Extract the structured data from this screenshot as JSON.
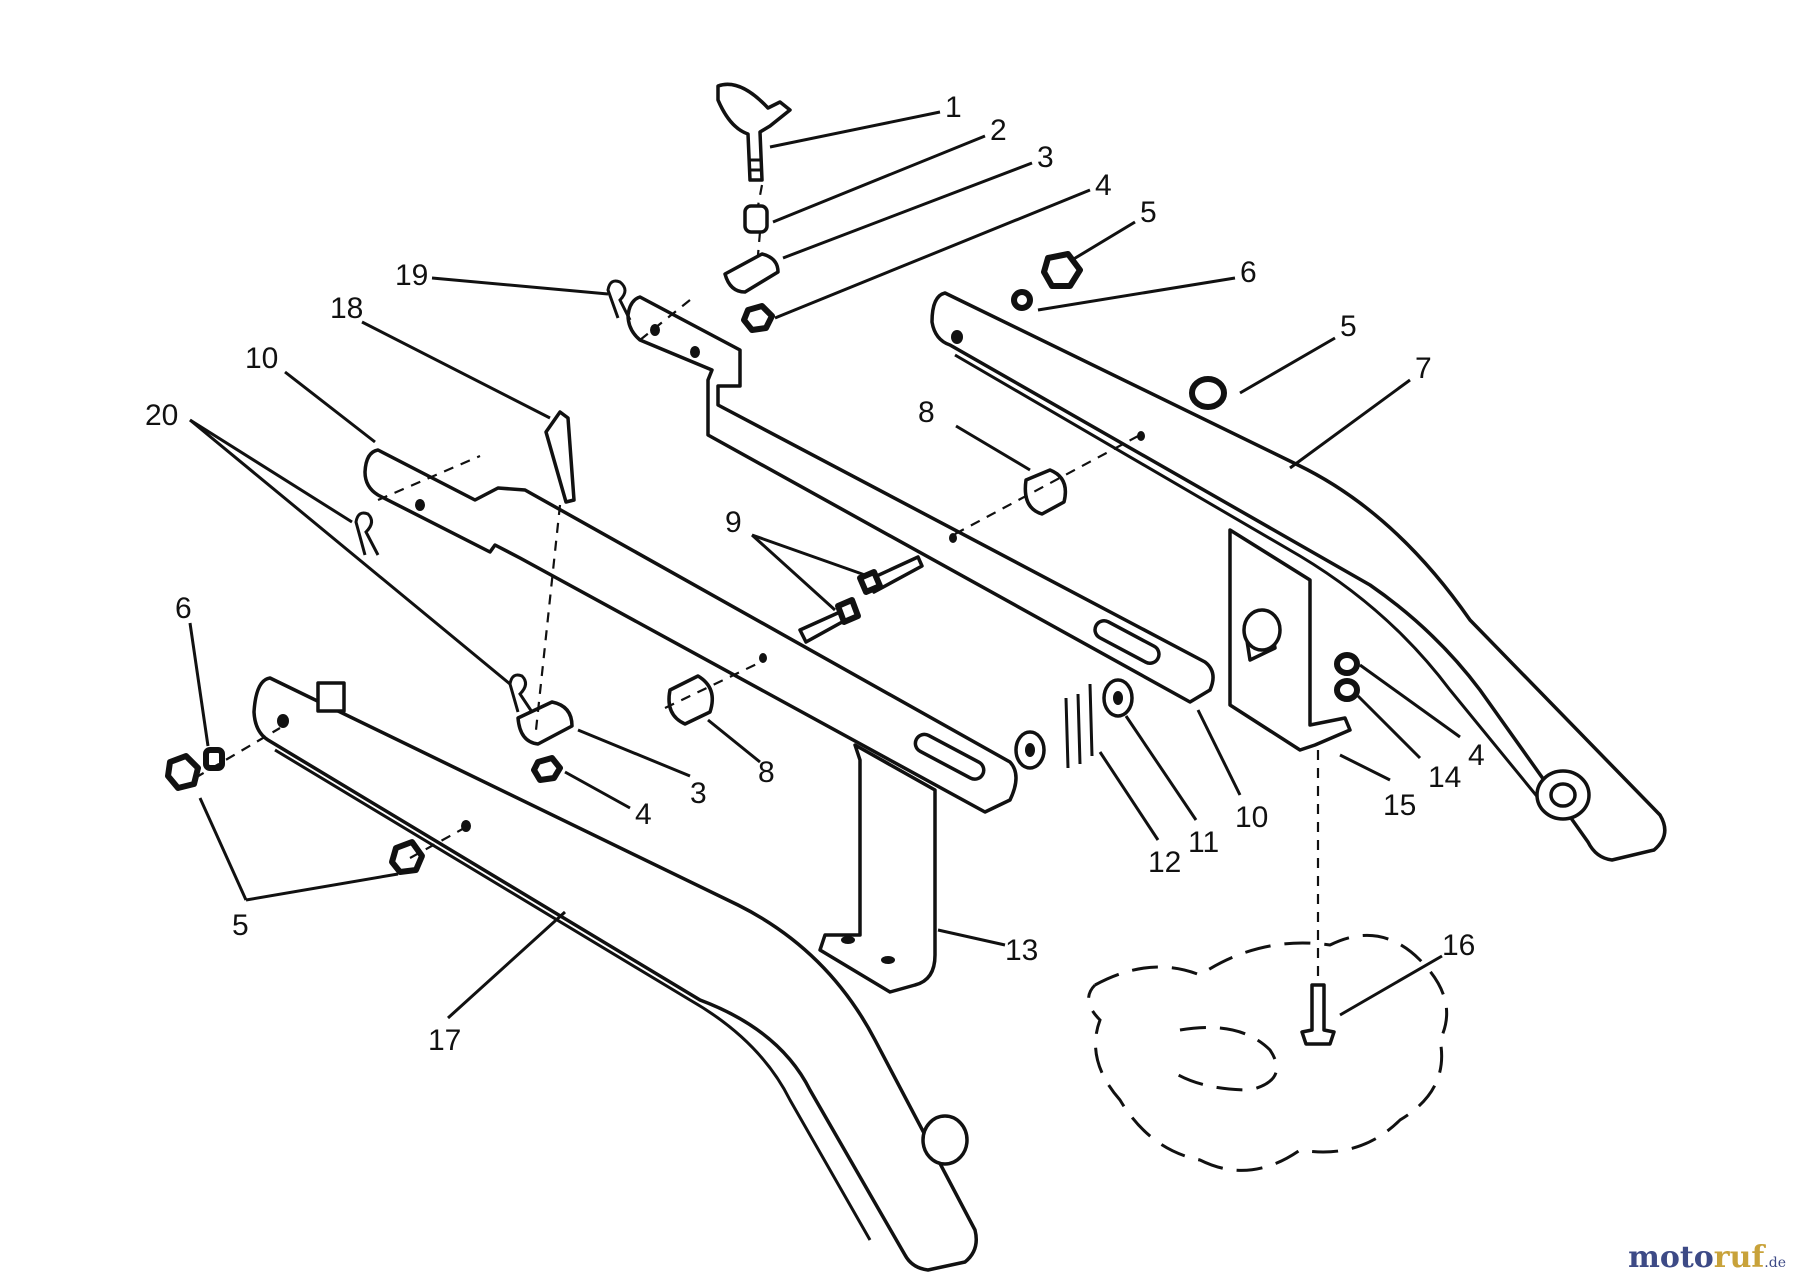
{
  "diagram": {
    "callouts": [
      {
        "id": "c1",
        "label": "1"
      },
      {
        "id": "c2",
        "label": "2"
      },
      {
        "id": "c3a",
        "label": "3"
      },
      {
        "id": "c4a",
        "label": "4"
      },
      {
        "id": "c5a",
        "label": "5"
      },
      {
        "id": "c6a",
        "label": "6"
      },
      {
        "id": "c5b",
        "label": "5"
      },
      {
        "id": "c7",
        "label": "7"
      },
      {
        "id": "c8a",
        "label": "8"
      },
      {
        "id": "c9",
        "label": "9"
      },
      {
        "id": "c19",
        "label": "19"
      },
      {
        "id": "c18",
        "label": "18"
      },
      {
        "id": "c10a",
        "label": "10"
      },
      {
        "id": "c20",
        "label": "20"
      },
      {
        "id": "c6b",
        "label": "6"
      },
      {
        "id": "c3b",
        "label": "3"
      },
      {
        "id": "c4b",
        "label": "4"
      },
      {
        "id": "c8b",
        "label": "8"
      },
      {
        "id": "c5c",
        "label": "5"
      },
      {
        "id": "c17",
        "label": "17"
      },
      {
        "id": "c13",
        "label": "13"
      },
      {
        "id": "c12",
        "label": "12"
      },
      {
        "id": "c11",
        "label": "11"
      },
      {
        "id": "c10b",
        "label": "10"
      },
      {
        "id": "c15",
        "label": "15"
      },
      {
        "id": "c14",
        "label": "14"
      },
      {
        "id": "c4c",
        "label": "4"
      },
      {
        "id": "c16",
        "label": "16"
      }
    ]
  },
  "watermark": {
    "part1": "moto",
    "part2": "ruf",
    "suffix": ".de"
  }
}
